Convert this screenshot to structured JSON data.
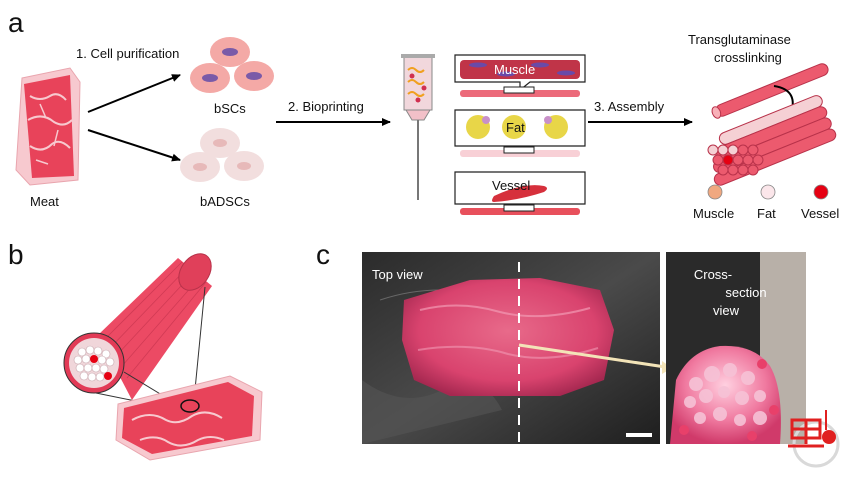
{
  "panels": {
    "a": "a",
    "b": "b",
    "c": "c"
  },
  "panel_a": {
    "meat_label": "Meat",
    "step1": "1. Cell purification",
    "cell1": "bSCs",
    "cell2": "bADSCs",
    "step2": "2. Bioprinting",
    "step3": "3. Assembly",
    "fiber_muscle": "Muscle",
    "fiber_fat": "Fat",
    "fiber_vessel": "Vessel",
    "crosslink_line1": "Transglutaminase",
    "crosslink_line2": "crosslinking",
    "legend": [
      {
        "label": "Muscle",
        "color": "#f0a880"
      },
      {
        "label": "Fat",
        "color": "#fbe6ea"
      },
      {
        "label": "Vessel",
        "color": "#e60012"
      }
    ]
  },
  "panel_c": {
    "top_view": "Top view",
    "cross_line1": "Cross-",
    "cross_line2": "section",
    "cross_line3": "view"
  },
  "colors": {
    "meat_red": "#e8435a",
    "fiber_pink": "#ec5a6e",
    "arrow": "#000000"
  }
}
